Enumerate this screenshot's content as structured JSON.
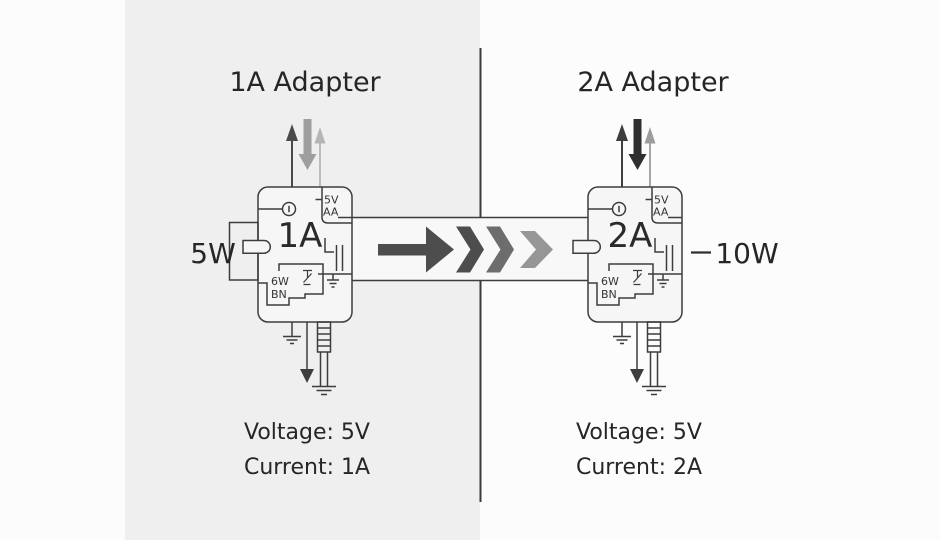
{
  "left": {
    "title": "1A Adapter",
    "current": "1A",
    "watt": "5W",
    "port_label_v": "5V",
    "port_label_a": "AA",
    "chip_label_top": "6W",
    "chip_label_bottom": "BN",
    "spec_voltage": "Voltage: 5V",
    "spec_current": "Current: 1A"
  },
  "right": {
    "title": "2A Adapter",
    "current": "2A",
    "watt": "10W",
    "port_label_v": "5V",
    "port_label_a": "AA",
    "chip_label_top": "6W",
    "chip_label_bottom": "BN",
    "spec_voltage": "Voltage: 5V",
    "spec_current": "Current: 2A"
  },
  "colors": {
    "page_bg": "#fcfcfc",
    "panel_bg": "#efefef",
    "band_bg": "#f8f8f8",
    "line": "#3d3d3d",
    "divider": "#3b3b3b",
    "flow_dark": "#4d4d4d",
    "flow_mid": "#6d6d6d",
    "flow_light": "#969696",
    "left_up_dark": "#4a4a4a",
    "left_down_thick": "#9e9e9e",
    "left_up_light": "#b5b5b5",
    "right_up_dark": "#3d3d3d",
    "right_down_thick": "#2f2f2f",
    "right_up_light": "#9c9c9c"
  }
}
